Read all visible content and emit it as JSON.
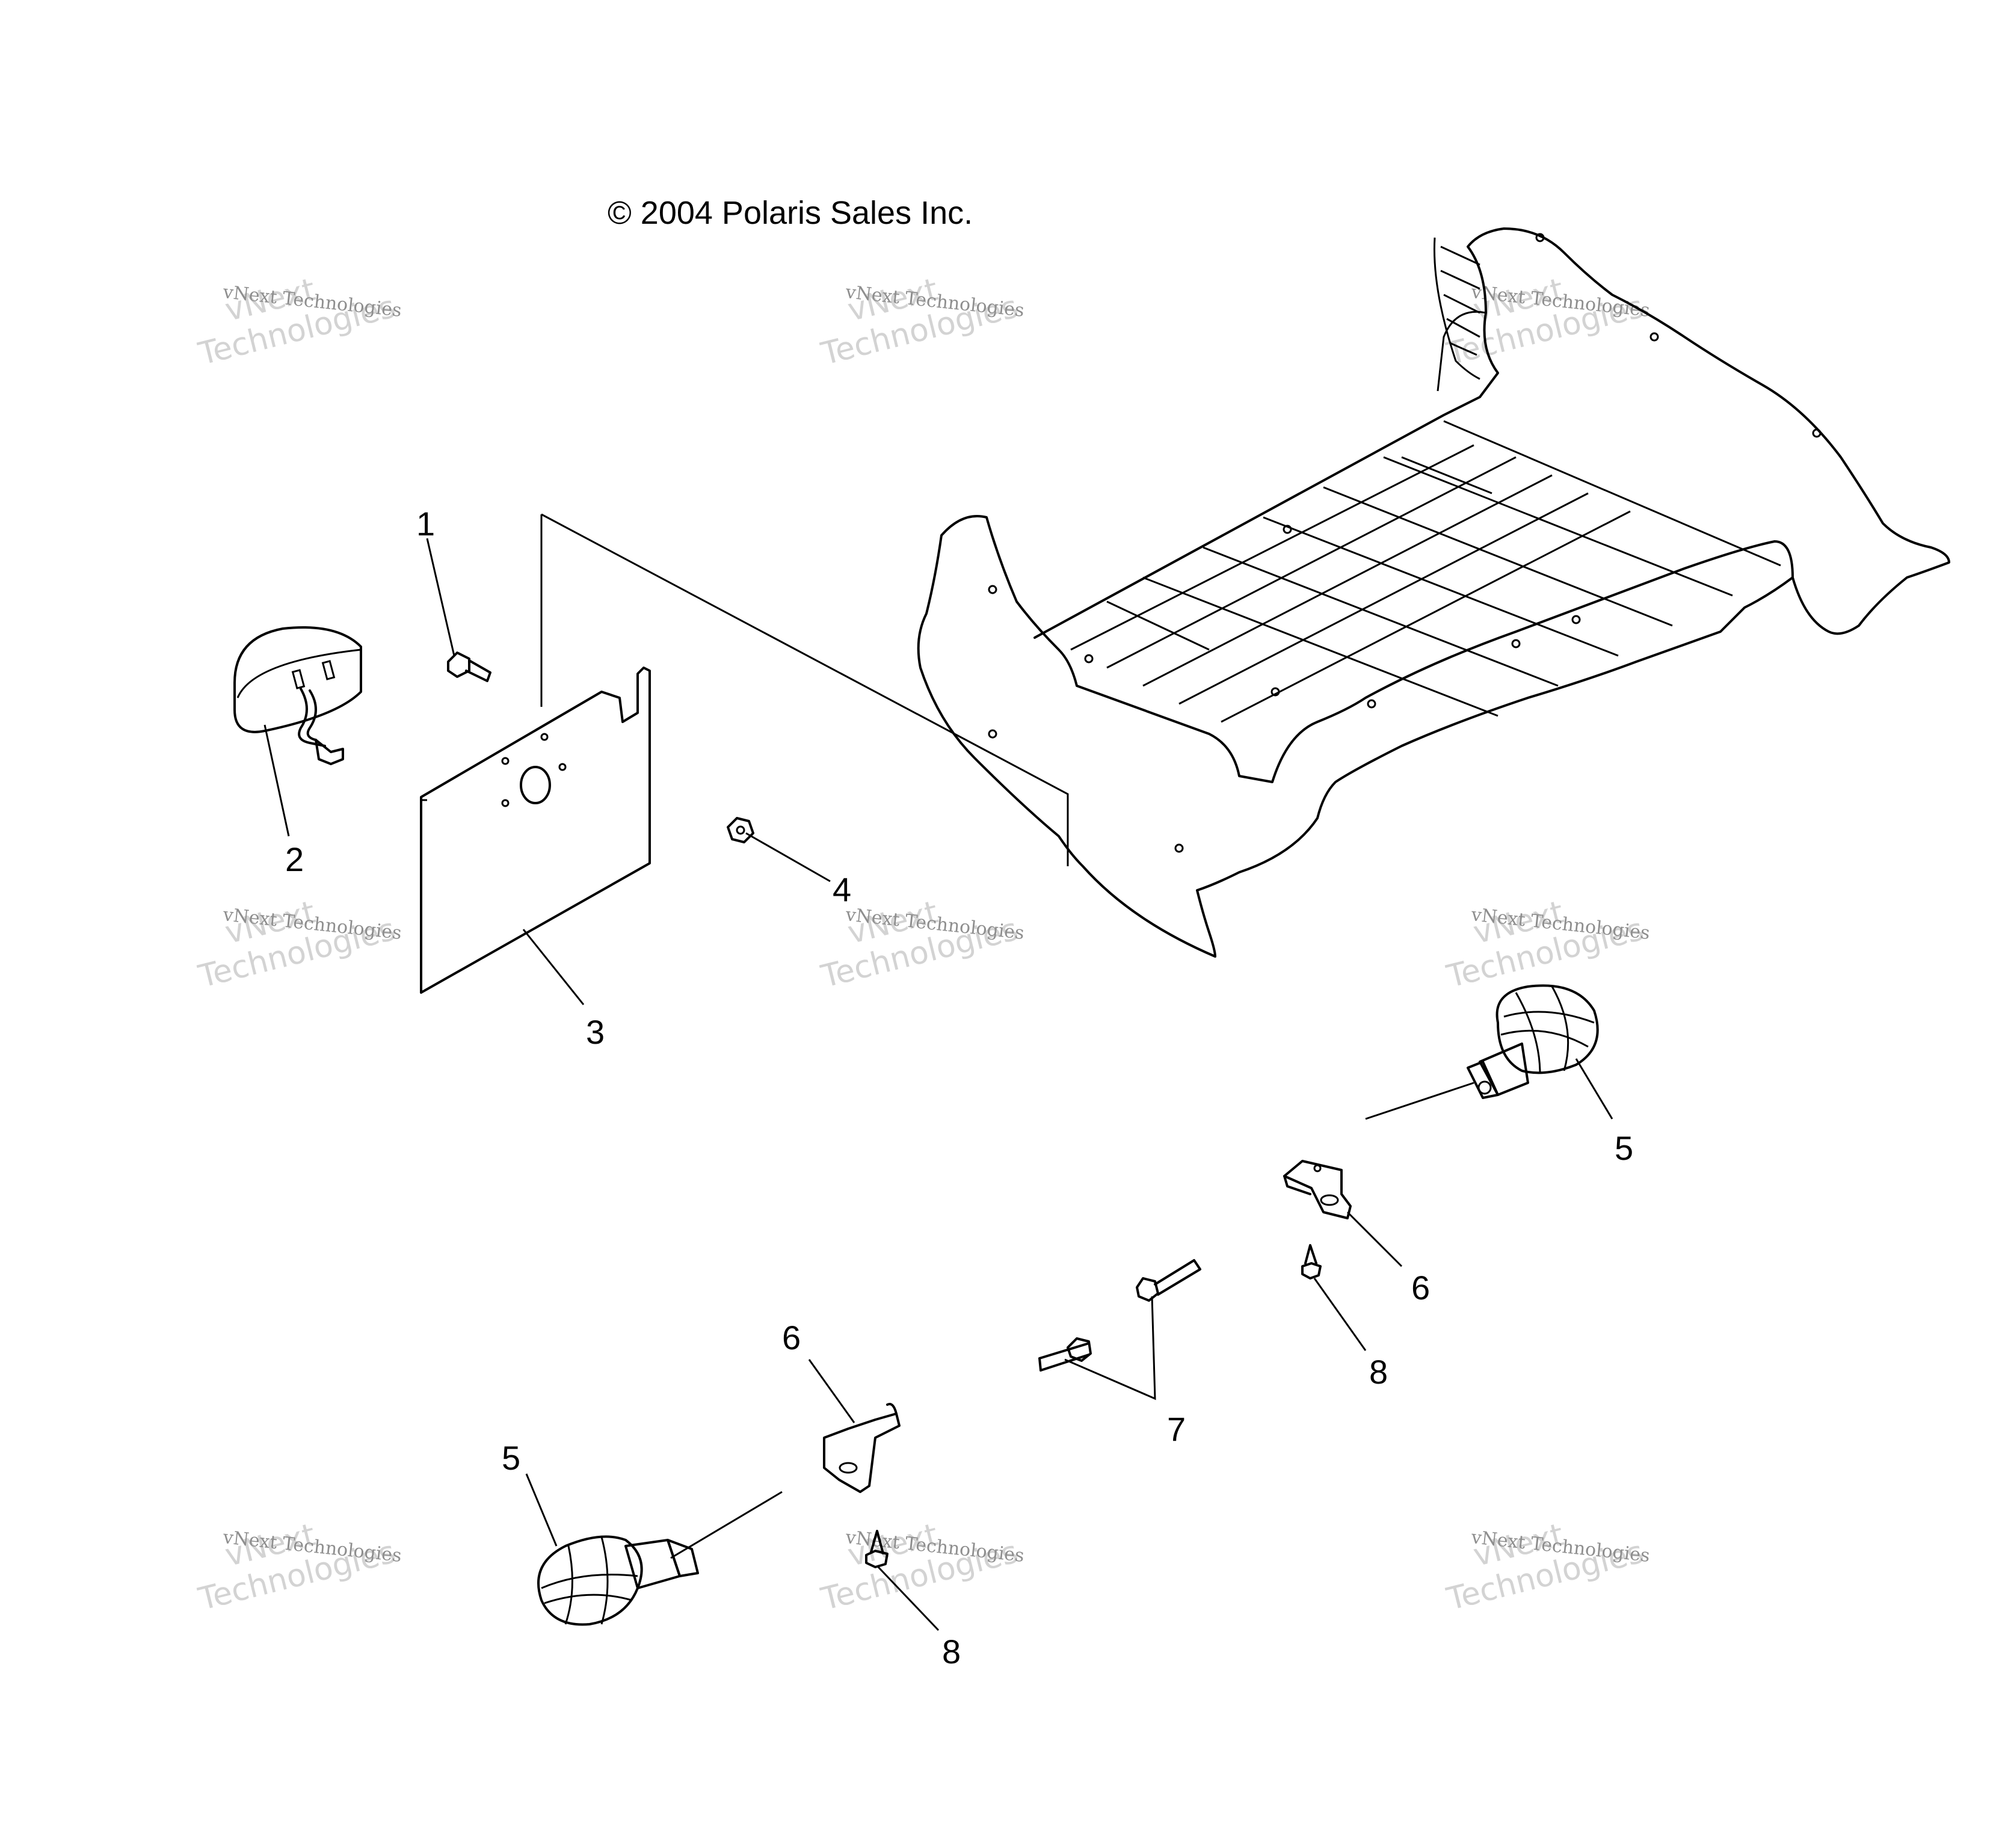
{
  "copyright": "© 2004 Polaris Sales Inc.",
  "watermark": {
    "line1": "vNext Technologies",
    "line2": "vNext",
    "line3": "Technologies"
  },
  "callouts": {
    "c1": "1",
    "c2": "2",
    "c3": "3",
    "c4": "4",
    "c5a": "5",
    "c5b": "5",
    "c6a": "6",
    "c6b": "6",
    "c7": "7",
    "c8a": "8",
    "c8b": "8"
  },
  "parts": [
    {
      "callout": "1",
      "icon": "screw-icon"
    },
    {
      "callout": "2",
      "icon": "license-plate-lamp-icon"
    },
    {
      "callout": "3",
      "icon": "license-plate-bracket-icon"
    },
    {
      "callout": "4",
      "icon": "nut-icon"
    },
    {
      "callout": "5",
      "icon": "turn-signal-lamp-icon"
    },
    {
      "callout": "6",
      "icon": "mounting-bracket-icon"
    },
    {
      "callout": "7",
      "icon": "bolt-icon"
    },
    {
      "callout": "8",
      "icon": "push-rivet-icon"
    }
  ],
  "colors": {
    "line": "#000000",
    "background": "#ffffff",
    "watermark": "#b0b0b0"
  }
}
